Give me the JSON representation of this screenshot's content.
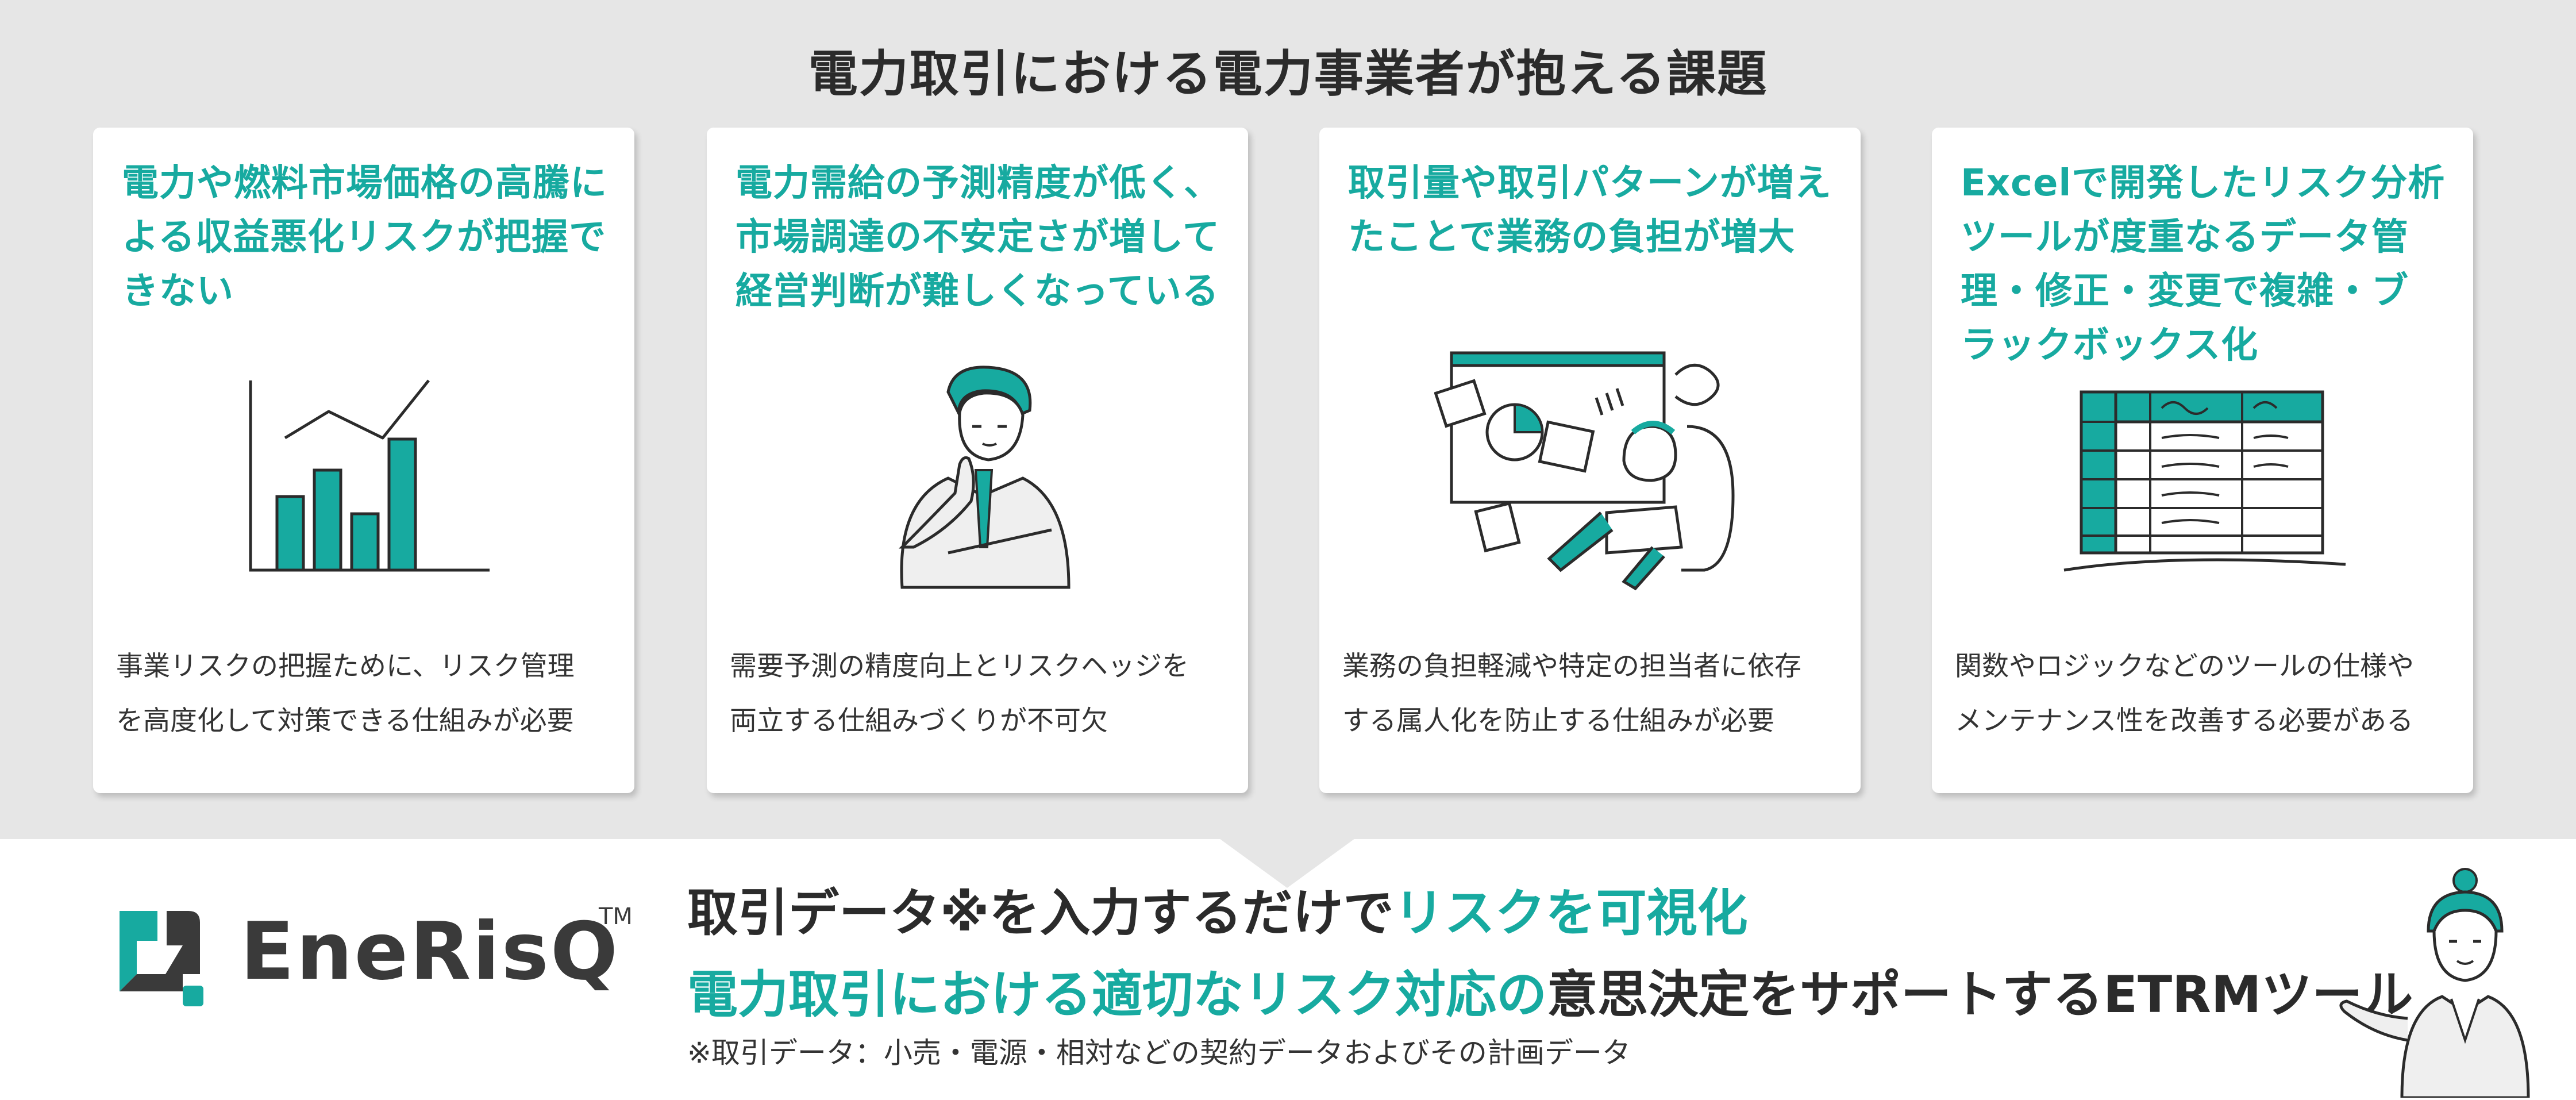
{
  "title": "電力取引における電力事業者が抱える課題",
  "cards": [
    {
      "headline": "電力や燃料市場価格の高騰に\nよる収益悪化リスクが把握で\nきない",
      "illustration": "rising-bar-chart-icon",
      "description": "事業リスクの把握ために、リスク管理\nを高度化して対策できる仕組みが必要"
    },
    {
      "headline": "電力需給の予測精度が低く、\n市場調達の不安定さが増して\n経営判断が難しくなっている",
      "illustration": "thinking-businessman-icon",
      "description": "需要予測の精度向上とリスクヘッジを\n両立する仕組みづくりが不可欠"
    },
    {
      "headline": "取引量や取引パターンが増え\nたことで業務の負担が増大",
      "illustration": "overwhelmed-worker-icon",
      "description": "業務の負担軽減や特定の担当者に依存\nする属人化を防止する仕組みが必要"
    },
    {
      "headline": "Excelで開発したリスク分析\nツールが度重なるデータ管\n理・修正・変更で複雑・ブ\nラックボックス化",
      "illustration": "spreadsheet-icon",
      "description": "関数やロジックなどのツールの仕様や\nメンテナンス性を改善する必要がある"
    }
  ],
  "brand": {
    "name": "EneRisQ",
    "tm": "TM",
    "logo": "enerisq-logo-icon"
  },
  "tagline": {
    "line1_a": "取引データ※を入力するだけで",
    "line1_b": "リスクを可視化",
    "line2_a": "電力取引における適切なリスク対応の",
    "line2_b": "意思決定をサポートするETRMツール"
  },
  "footnote": "※取引データ：小売・電源・相対などの契約データおよびその計画データ",
  "colors": {
    "accent": "#17aaa0",
    "band": "#e6e6e6",
    "text": "#2b2b2b"
  }
}
